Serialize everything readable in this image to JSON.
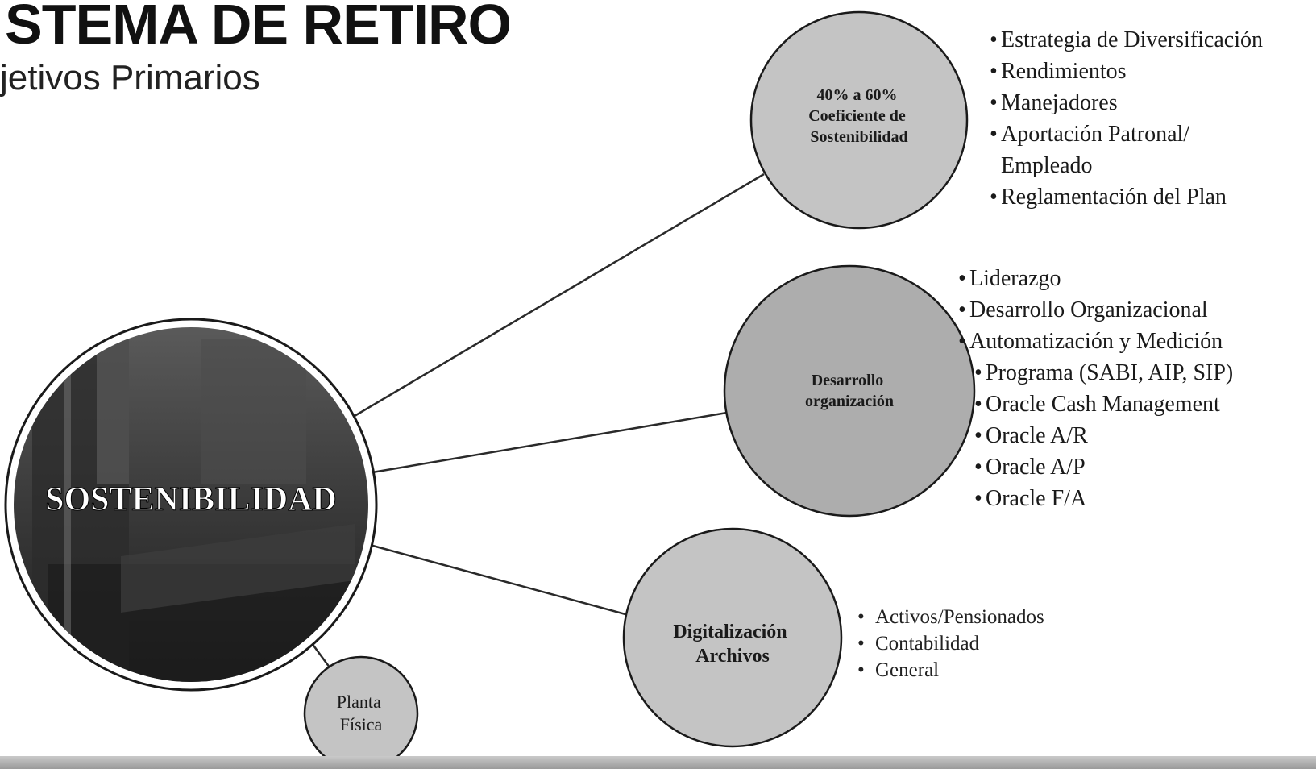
{
  "header": {
    "title": "STEMA DE RETIRO",
    "subtitle": "jetivos Primarios"
  },
  "hub": {
    "label": "SOSTENIBILIDAD"
  },
  "nodes": [
    {
      "lines": [
        "40% a 60%",
        "Coeficiente de",
        "Sostenibilidad"
      ]
    },
    {
      "lines": [
        "Desarrollo",
        "organización"
      ]
    },
    {
      "lines": [
        "Digitalización",
        "Archivos"
      ]
    },
    {
      "lines": [
        "Planta",
        "Física"
      ]
    }
  ],
  "lists": {
    "sostenibilidad": [
      "Estrategia de Diversificación",
      "Rendimientos",
      "Manejadores",
      "Aportación Patronal/",
      "Empleado",
      "Reglamentación del Plan"
    ],
    "desarrollo": [
      "Liderazgo",
      "Desarrollo Organizacional",
      "Automatización y Medición",
      "Programa (SABI, AIP, SIP)",
      "Oracle Cash Management",
      "Oracle A/R",
      "Oracle A/P",
      "Oracle F/A"
    ],
    "digitalizacion": [
      "Activos/Pensionados",
      "Contabilidad",
      "General"
    ]
  },
  "colors": {
    "node_fill_light": "#c4c4c4",
    "node_fill_mid": "#adadad",
    "node_stroke": "#1a1a1a",
    "hub_dark": "#2b2b2b",
    "connector": "#2a2a2a"
  }
}
